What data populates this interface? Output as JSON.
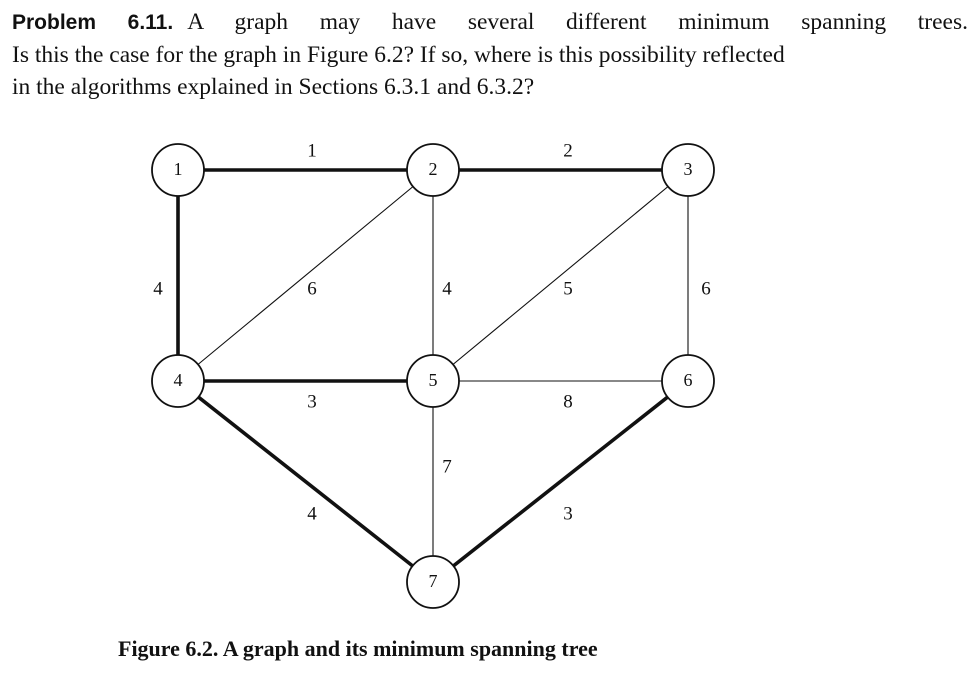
{
  "problem": {
    "label": "Problem 6.11.",
    "lines": [
      "A graph may have several different minimum spanning trees.",
      "Is this the case for the graph in Figure 6.2? If so, where is this possibility reflected",
      "in the algorithms explained in Sections 6.3.1 and 6.3.2?"
    ]
  },
  "figure": {
    "caption": "Figure 6.2. A graph and its minimum spanning tree",
    "nodes": [
      {
        "id": "1",
        "label": "1"
      },
      {
        "id": "2",
        "label": "2"
      },
      {
        "id": "3",
        "label": "3"
      },
      {
        "id": "4",
        "label": "4"
      },
      {
        "id": "5",
        "label": "5"
      },
      {
        "id": "6",
        "label": "6"
      },
      {
        "id": "7",
        "label": "7"
      }
    ],
    "edges": [
      {
        "from": "1",
        "to": "2",
        "weight": "1",
        "in_tree": true
      },
      {
        "from": "2",
        "to": "3",
        "weight": "2",
        "in_tree": true
      },
      {
        "from": "1",
        "to": "4",
        "weight": "4",
        "in_tree": true
      },
      {
        "from": "2",
        "to": "4",
        "weight": "6",
        "in_tree": false
      },
      {
        "from": "2",
        "to": "5",
        "weight": "4",
        "in_tree": false
      },
      {
        "from": "3",
        "to": "5",
        "weight": "5",
        "in_tree": false
      },
      {
        "from": "3",
        "to": "6",
        "weight": "6",
        "in_tree": false
      },
      {
        "from": "4",
        "to": "5",
        "weight": "3",
        "in_tree": true
      },
      {
        "from": "5",
        "to": "6",
        "weight": "8",
        "in_tree": false
      },
      {
        "from": "4",
        "to": "7",
        "weight": "4",
        "in_tree": true
      },
      {
        "from": "5",
        "to": "7",
        "weight": "7",
        "in_tree": false
      },
      {
        "from": "6",
        "to": "7",
        "weight": "3",
        "in_tree": true
      }
    ]
  }
}
